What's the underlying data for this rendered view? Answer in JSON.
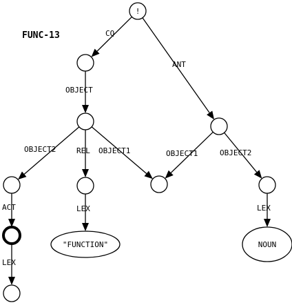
{
  "title": "FUNC-13",
  "colors": {
    "stroke": "#000000",
    "background": "#ffffff"
  },
  "nodes": [
    {
      "id": "root",
      "text": "!",
      "kind": "circle"
    },
    {
      "id": "cq",
      "text": "",
      "kind": "circle"
    },
    {
      "id": "obj",
      "text": "",
      "kind": "circle"
    },
    {
      "id": "ant",
      "text": "",
      "kind": "circle"
    },
    {
      "id": "act",
      "text": "",
      "kind": "circle"
    },
    {
      "id": "rel",
      "text": "",
      "kind": "circle"
    },
    {
      "id": "shared",
      "text": "",
      "kind": "circle"
    },
    {
      "id": "noun",
      "text": "",
      "kind": "circle"
    },
    {
      "id": "actbold",
      "text": "",
      "kind": "circle-bold"
    },
    {
      "id": "funclex",
      "text": "\"FUNCTION\"",
      "kind": "ellipse"
    },
    {
      "id": "nounlex",
      "text": "NOUN",
      "kind": "ellipse"
    },
    {
      "id": "leaf",
      "text": "",
      "kind": "circle"
    }
  ],
  "edges": [
    {
      "from": "root",
      "to": "cq",
      "label": "CQ"
    },
    {
      "from": "root",
      "to": "ant",
      "label": "ANT"
    },
    {
      "from": "cq",
      "to": "obj",
      "label": "OBJECT"
    },
    {
      "from": "obj",
      "to": "act",
      "label": "OBJECT2"
    },
    {
      "from": "obj",
      "to": "rel",
      "label": "REL"
    },
    {
      "from": "obj",
      "to": "shared",
      "label": "OBJECT1"
    },
    {
      "from": "ant",
      "to": "shared",
      "label": "OBJECT1"
    },
    {
      "from": "ant",
      "to": "noun",
      "label": "OBJECT2"
    },
    {
      "from": "act",
      "to": "actbold",
      "label": "ACT"
    },
    {
      "from": "rel",
      "to": "funclex",
      "label": "LEX"
    },
    {
      "from": "noun",
      "to": "nounlex",
      "label": "LEX"
    },
    {
      "from": "actbold",
      "to": "leaf",
      "label": "LEX"
    }
  ]
}
